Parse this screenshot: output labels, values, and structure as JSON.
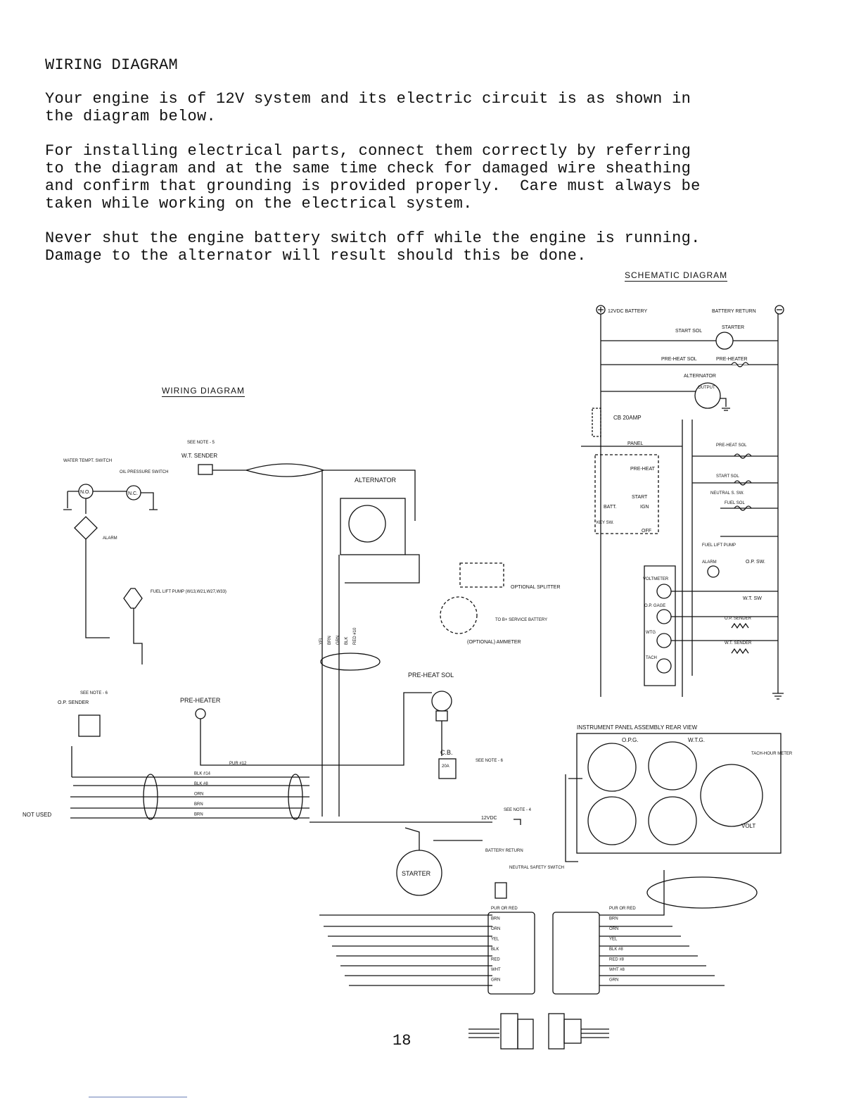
{
  "heading": "WIRING DIAGRAM",
  "paragraphs": [
    "Your engine is of 12V system and its electric circuit is as shown in\nthe diagram below.",
    "For installing electrical parts, connect them correctly by referring\nto the diagram and at the same time check for damaged wire sheathing\nand confirm that grounding is provided properly.  Care must always be\ntaken while working on the electrical system.",
    "Never shut the engine battery switch off while the engine is running.\nDamage to the alternator will result should this be done."
  ],
  "schematic": {
    "title": "SCHEMATIC DIAGRAM",
    "battery_pos": "12VDC BATTERY",
    "battery_ret": "BATTERY RETURN",
    "start_sol": "START SOL",
    "starter": "STARTER",
    "preheat_sol": "PRE-HEAT SOL",
    "preheater": "PRE-HEATER",
    "alternator": "ALTERNATOR",
    "output": "OUTPUT",
    "cb": "CB 20AMP",
    "panel": "PANEL",
    "pre_heat": "PRE-HEAT",
    "start": "START",
    "batt": "BATT.",
    "ign": "IGN",
    "key_sw": "KEY SW.",
    "off": "OFF",
    "preheat_sol2": "PRE-HEAT SOL",
    "start_sol2": "START SOL",
    "neutral_sw": "NEUTRAL S. SW.",
    "fuel_sol": "FUEL SOL",
    "fuel_pump": "FUEL LIFT PUMP",
    "alarm": "ALARM",
    "op_sw": "O.P. SW.",
    "wt_sw": "W.T. SW",
    "voltmeter": "VOLTMETER",
    "op_gage": "O.P. GAGE",
    "wtg": "WTG",
    "tach": "TACH",
    "op_sender": "O.P. SENDER",
    "wt_sender": "W.T. SENDER"
  },
  "wiring": {
    "title": "WIRING DIAGRAM",
    "wt_switch": "WATER TEMPT. SWITCH",
    "oil_switch": "OIL PRESSURE SWITCH",
    "no": "N.O.",
    "nc": "N.C.",
    "alarm": "ALARM",
    "see_note_5": "SEE NOTE - 5",
    "wt_sender": "W.T. SENDER",
    "alternator": "ALTERNATOR",
    "fuel_pump": "FUEL LIFT PUMP (W13,W21,W27,W33)",
    "optional_splitter": "OPTIONAL SPLITTER",
    "to_service": "TO B+ SERVICE BATTERY",
    "optional_ammeter": "(OPTIONAL) AMMETER",
    "op_sender": "O.P. SENDER",
    "see_note_6": "SEE NOTE - 6",
    "pre_heater": "PRE-HEATER",
    "preheat_sol": "PRE-HEAT SOL",
    "cb": "C.B.",
    "cb_rating": "20A",
    "starter": "STARTER",
    "battery_return": "BATTERY RETURN",
    "neutral_switch": "NEUTRAL SAFETY SWITCH",
    "see_note_4": "SEE NOTE - 4",
    "v12": "12VDC",
    "not_used": "NOT USED",
    "instrument_panel": "INSTRUMENT PANEL ASSEMBLY   REAR VIEW",
    "opg": "O.P.G.",
    "wtg": "W.T.G.",
    "tach_meter": "TACH-HOUR METER",
    "volt": "VOLT",
    "wire_colors_left": [
      "PUR OR RED",
      "BRN",
      "ORN",
      "YEL",
      "BLK",
      "RED",
      "WHT",
      "GRN"
    ],
    "wire_colors_right": [
      "PUR OR RED",
      "BRN",
      "ORN",
      "YEL",
      "BLK #8",
      "RED #8",
      "WHT #8",
      "GRN"
    ],
    "harness_colors": [
      "PUR #12",
      "BLK #14",
      "BLK #8",
      "ORN",
      "BRN",
      "BRN"
    ],
    "vertical_colors": [
      "YEL",
      "BRN",
      "GRN",
      "BLK",
      "RED #10"
    ]
  },
  "page_number": "18"
}
